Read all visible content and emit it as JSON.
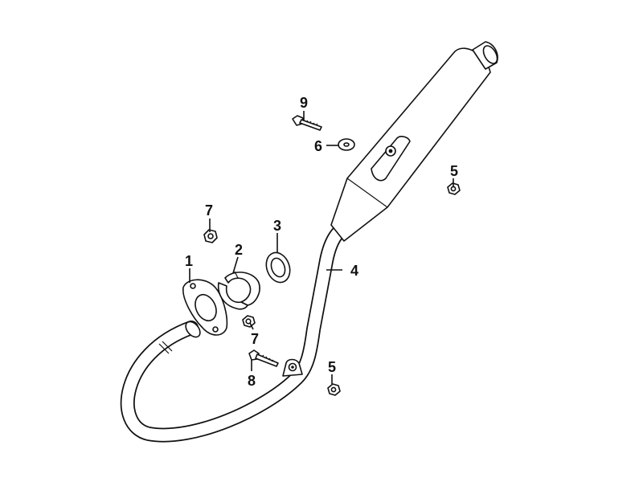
{
  "diagram": {
    "callouts": [
      {
        "id": "callout-1",
        "text": "1"
      },
      {
        "id": "callout-2",
        "text": "2"
      },
      {
        "id": "callout-3",
        "text": "3"
      },
      {
        "id": "callout-4",
        "text": "4"
      },
      {
        "id": "callout-5-upper",
        "text": "5"
      },
      {
        "id": "callout-5-lower",
        "text": "5"
      },
      {
        "id": "callout-6",
        "text": "6"
      },
      {
        "id": "callout-7-upper",
        "text": "7"
      },
      {
        "id": "callout-7-lower",
        "text": "7"
      },
      {
        "id": "callout-8",
        "text": "8"
      },
      {
        "id": "callout-9",
        "text": "9"
      }
    ],
    "colors": {
      "line": "#111111",
      "background": "#ffffff"
    }
  }
}
